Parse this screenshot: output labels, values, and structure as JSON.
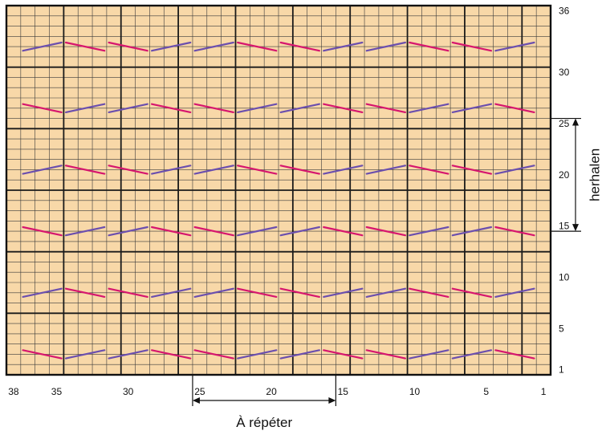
{
  "chart_data": {
    "type": "knitting-chart",
    "columns": 38,
    "rows": 36,
    "colors": {
      "background": "#f8d8a8",
      "grid": "#3a3a3a",
      "grid_major": "#1a1a1a",
      "stitch_pink": "#d6166e",
      "stitch_purple": "#6b4fae"
    },
    "column_labels": [
      "38",
      "35",
      "30",
      "25",
      "20",
      "15",
      "10",
      "5",
      "1"
    ],
    "column_label_values": [
      38,
      35,
      30,
      25,
      20,
      15,
      10,
      5,
      1
    ],
    "row_labels": [
      "1",
      "5",
      "10",
      "15",
      "20",
      "25",
      "30",
      "36"
    ],
    "row_label_values": [
      1,
      5,
      10,
      15,
      20,
      25,
      30,
      36
    ],
    "repeat_columns": [
      16,
      25
    ],
    "repeat_label": "À répéter",
    "repeat_rows": [
      15,
      26
    ],
    "repeat_rows_label": "herhalen",
    "motif_rows": [
      3,
      9,
      15,
      21,
      27,
      33
    ]
  }
}
